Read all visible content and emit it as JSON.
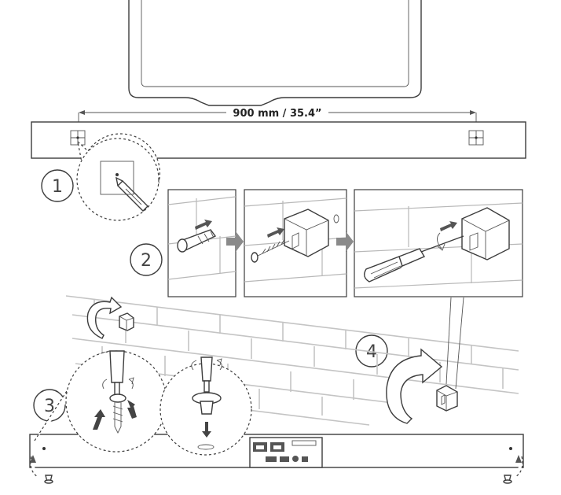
{
  "measurement": {
    "label": "900 mm / 35.4”"
  },
  "steps": [
    {
      "number": "1"
    },
    {
      "number": "2"
    },
    {
      "number": "3"
    },
    {
      "number": "4"
    }
  ],
  "icons": [
    "pencil-icon",
    "wall-anchor-icon",
    "screw-icon",
    "bracket-icon",
    "screwdriver-icon",
    "rotate-arrow-icon"
  ]
}
